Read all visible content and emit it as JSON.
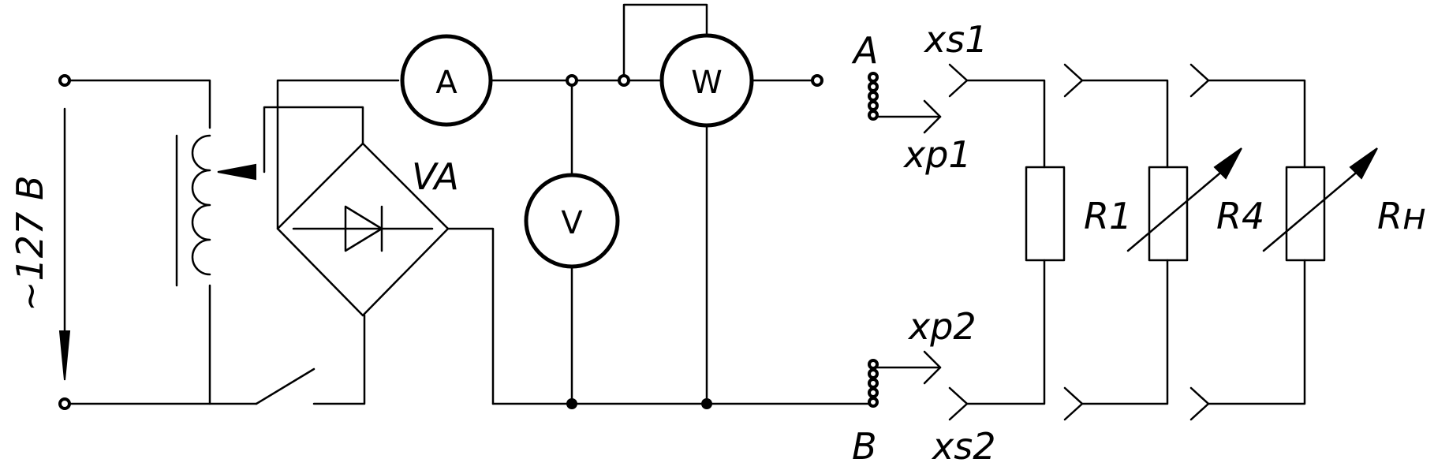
{
  "diagram": {
    "colors": {
      "stroke": "#000000",
      "background": "#ffffff"
    },
    "supply": {
      "label": "~127 B"
    },
    "meters": {
      "ammeter": "A",
      "voltmeter": "V",
      "wattmeter": "W"
    },
    "rectifier": {
      "label": "VA"
    },
    "terminals": {
      "top": "A",
      "bottom": "B"
    },
    "connectors": {
      "socket_top": "xs1",
      "plug_top": "xp1",
      "plug_bottom": "xp2",
      "socket_bottom": "xs2"
    },
    "resistors": {
      "fixed": "R1",
      "variable": "R4",
      "load": "Rн"
    }
  }
}
